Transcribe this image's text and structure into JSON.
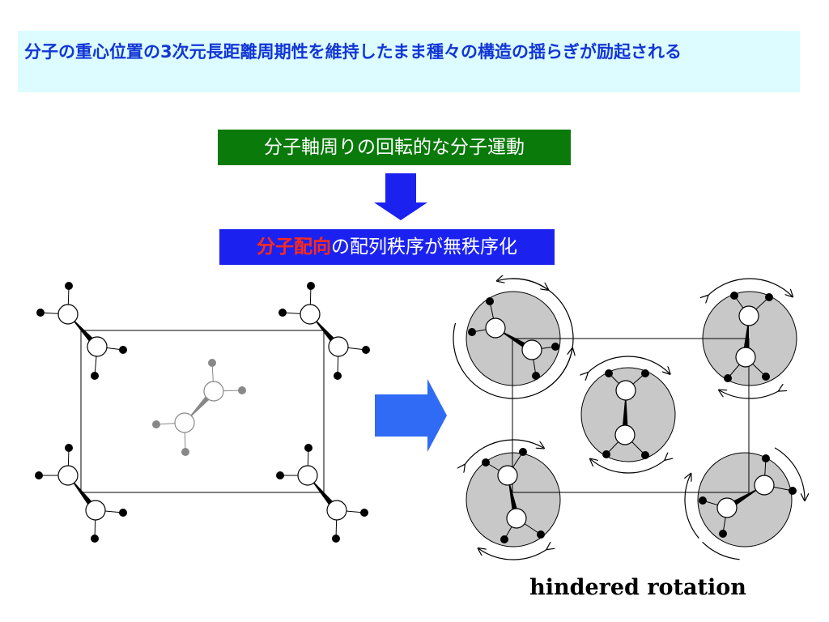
{
  "header": {
    "text": "分子の重心位置の3次元長距離周期性を維持したまま種々の構造の揺らぎが励起される"
  },
  "flow": {
    "step1": "分子軸周りの回転的な分子運動",
    "step2_highlight": "分子配向",
    "step2_rest": "の配列秩序が無秩序化"
  },
  "caption": "hindered rotation",
  "colors": {
    "header_bg": "#dcfcff",
    "header_text": "#1236d6",
    "step1_bg": "#0a7a0a",
    "step2_bg": "#1b22f0",
    "highlight": "#ff2a1a",
    "arrow": "#2f6bf5",
    "disk": "#c8c8c8"
  }
}
